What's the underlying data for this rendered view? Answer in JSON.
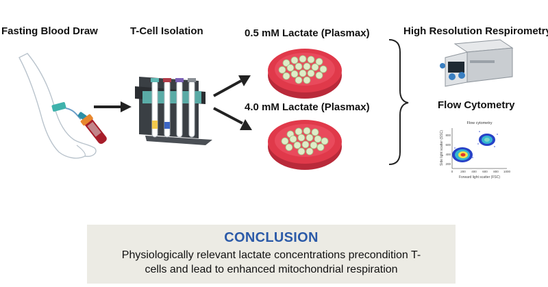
{
  "steps": {
    "blood_draw": "Fasting Blood Draw",
    "isolation": "T-Cell Isolation",
    "lactate_low": "0.5 mM Lactate (Plasmax)",
    "lactate_high": "4.0 mM Lactate (Plasmax)",
    "respirometry": "High Resolution Respirometry",
    "flow": "Flow Cytometry"
  },
  "flow_plot": {
    "title": "Flow cytometry",
    "xlabel": "Forward light scatter (FSC)",
    "ylabel": "Side light scatter (SSC)",
    "x_ticks": [
      "0",
      "200",
      "400",
      "600",
      "800",
      "1000"
    ],
    "y_ticks": [
      "200",
      "400",
      "600",
      "800"
    ]
  },
  "conclusion": {
    "title": "CONCLUSION",
    "line1": "Physiologically relevant lactate concentrations precondition T-",
    "line2": "cells and lead to enhanced mitochondrial respiration"
  },
  "colors": {
    "title_blue": "#2b5aa8",
    "dish_red": "#e0394a",
    "cell_green": "#dfecc8",
    "box_bg": "#ecebe4"
  }
}
